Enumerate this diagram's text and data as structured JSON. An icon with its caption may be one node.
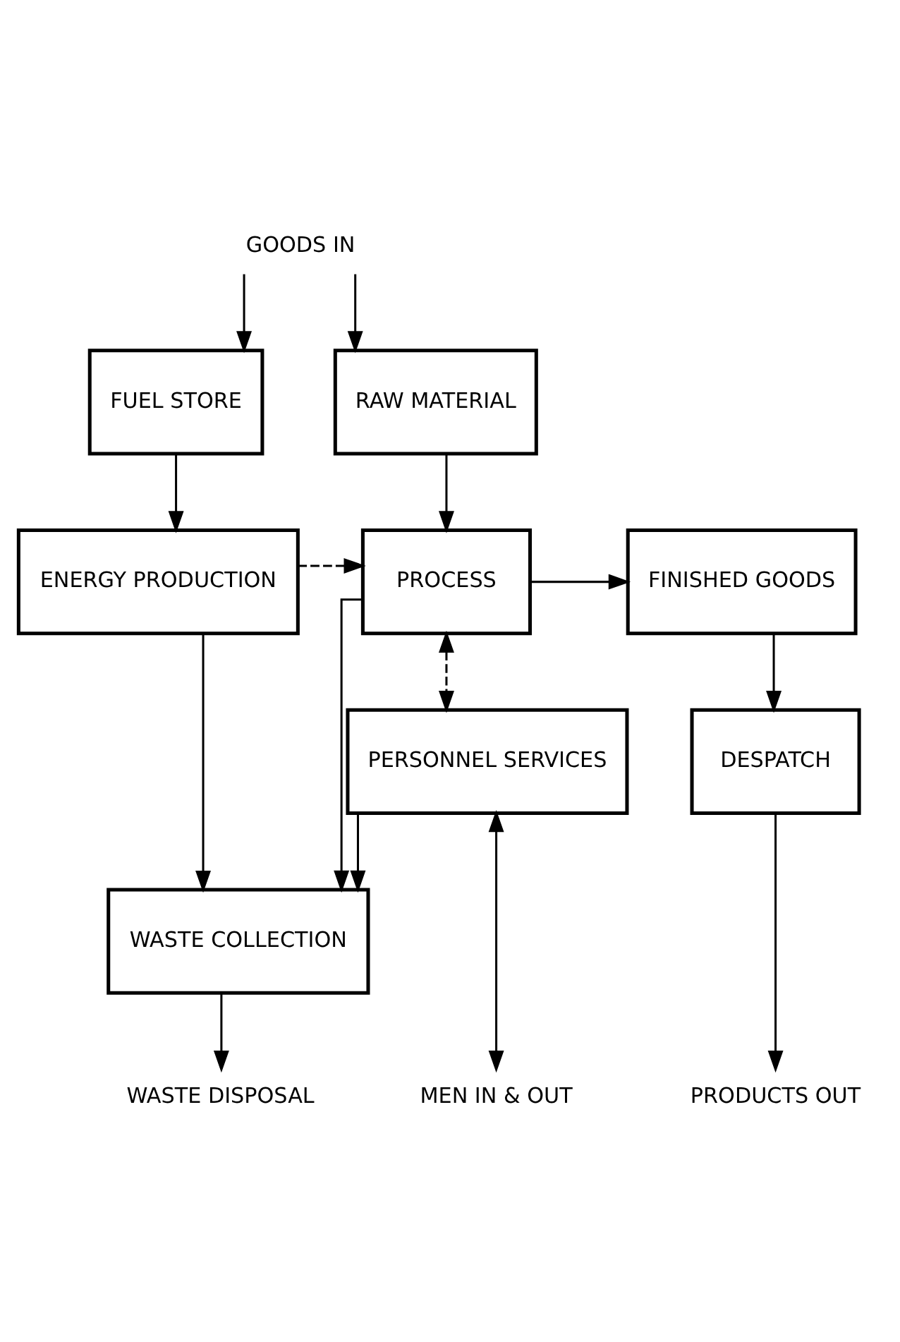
{
  "diagram": {
    "nodes": [
      {
        "text": [
          "GOODS IN"
        ]
      },
      {
        "text": [
          "FUEL STORE"
        ]
      },
      {
        "text": [
          "RAW MATERIAL"
        ]
      },
      {
        "text": [
          "ENERGY PRODUCTION"
        ]
      },
      {
        "text": [
          "PROCESS"
        ]
      },
      {
        "text": [
          "FINISHED GOODS"
        ]
      },
      {
        "text": [
          "WASTE COLLECTION"
        ]
      },
      {
        "text": [
          "PERSONNEL SERVICES"
        ]
      },
      {
        "text": [
          "DESPATCH"
        ]
      },
      {
        "text": [
          "WASTE DISPOSAL"
        ]
      },
      {
        "text": [
          "MEN IN & OUT"
        ]
      },
      {
        "text": [
          "PRODUCTS OUT"
        ]
      }
    ],
    "edges": [
      {
        "from": 0,
        "to": 1,
        "arrow": "to"
      },
      {
        "from": 0,
        "to": 2,
        "arrow": "to"
      },
      {
        "from": 1,
        "to": 3,
        "arrow": "to"
      },
      {
        "from": 2,
        "to": 4,
        "arrow": "to"
      },
      {
        "from": 3,
        "to": 4,
        "arrow": "to",
        "style": "dashed"
      },
      {
        "from": 4,
        "to": 5,
        "arrow": "to"
      },
      {
        "from": 3,
        "to": 6,
        "arrow": "to"
      },
      {
        "from": 4,
        "to": 6,
        "arrow": "to"
      },
      {
        "from": 7,
        "to": 6,
        "arrow": "to"
      },
      {
        "from": 4,
        "to": 7,
        "arrow": "both",
        "style": "dashed"
      },
      {
        "from": 5,
        "to": 8,
        "arrow": "to"
      },
      {
        "from": 6,
        "to": 9,
        "arrow": "to"
      },
      {
        "from": 7,
        "to": 10,
        "arrow": "both"
      },
      {
        "from": 8,
        "to": 11,
        "arrow": "to"
      }
    ]
  }
}
